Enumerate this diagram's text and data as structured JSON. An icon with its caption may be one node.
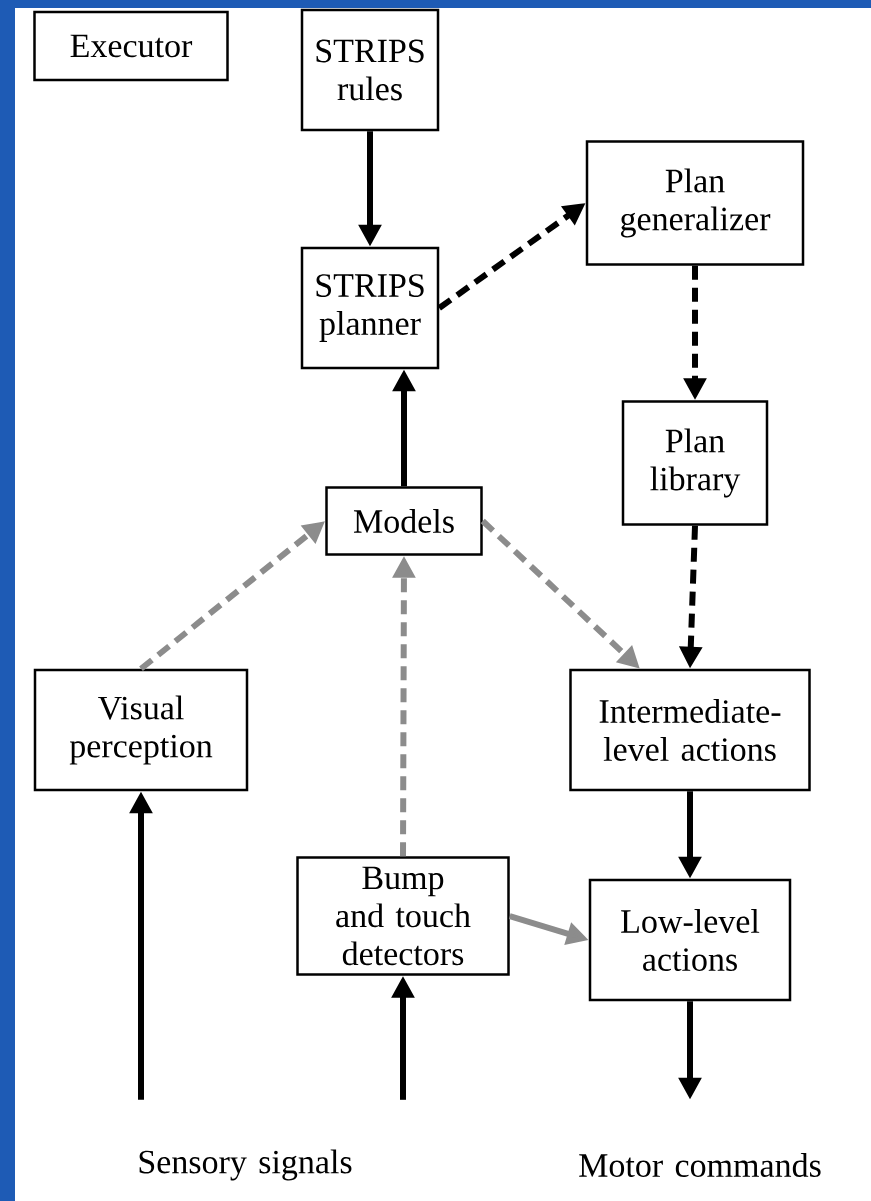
{
  "diagram": {
    "nodes": [
      {
        "text": [
          "Executor"
        ]
      },
      {
        "text": [
          "STRIPS rules"
        ]
      },
      {
        "text": [
          "Plan generalizer"
        ]
      },
      {
        "text": [
          "STRIPS planner"
        ]
      },
      {
        "text": [
          "Plan library"
        ]
      },
      {
        "text": [
          "Models"
        ]
      },
      {
        "text": [
          "Visual perception"
        ]
      },
      {
        "text": [
          "Intermediate-level actions"
        ]
      },
      {
        "text": [
          "Bump and touch detectors"
        ]
      },
      {
        "text": [
          "Low-level actions"
        ]
      },
      {
        "text": [
          "Sensory signals"
        ]
      },
      {
        "text": [
          "Motor commands"
        ]
      }
    ],
    "edges": [
      {
        "from": 1,
        "to": 3,
        "arrow": "to"
      },
      {
        "from": 3,
        "to": 2,
        "arrow": "to",
        "style": "dashed"
      },
      {
        "from": 2,
        "to": 4,
        "arrow": "to",
        "style": "dashed"
      },
      {
        "from": 4,
        "to": 7,
        "arrow": "to",
        "style": "dashed"
      },
      {
        "from": 5,
        "to": 3,
        "arrow": "to"
      },
      {
        "from": 6,
        "to": 5,
        "arrow": "to",
        "style": "dashed",
        "color": "#8c8c8c"
      },
      {
        "from": 8,
        "to": 5,
        "arrow": "to",
        "style": "dashed",
        "color": "#8c8c8c"
      },
      {
        "from": 5,
        "to": 7,
        "arrow": "to",
        "style": "dashed",
        "color": "#8c8c8c"
      },
      {
        "from": 7,
        "to": 9,
        "arrow": "to"
      },
      {
        "from": 8,
        "to": 9,
        "arrow": "to",
        "color": "#8c8c8c"
      },
      {
        "from": 10,
        "to": 6,
        "arrow": "to"
      },
      {
        "from": 10,
        "to": 8,
        "arrow": "to"
      },
      {
        "from": 9,
        "to": 11,
        "arrow": "to"
      }
    ]
  }
}
